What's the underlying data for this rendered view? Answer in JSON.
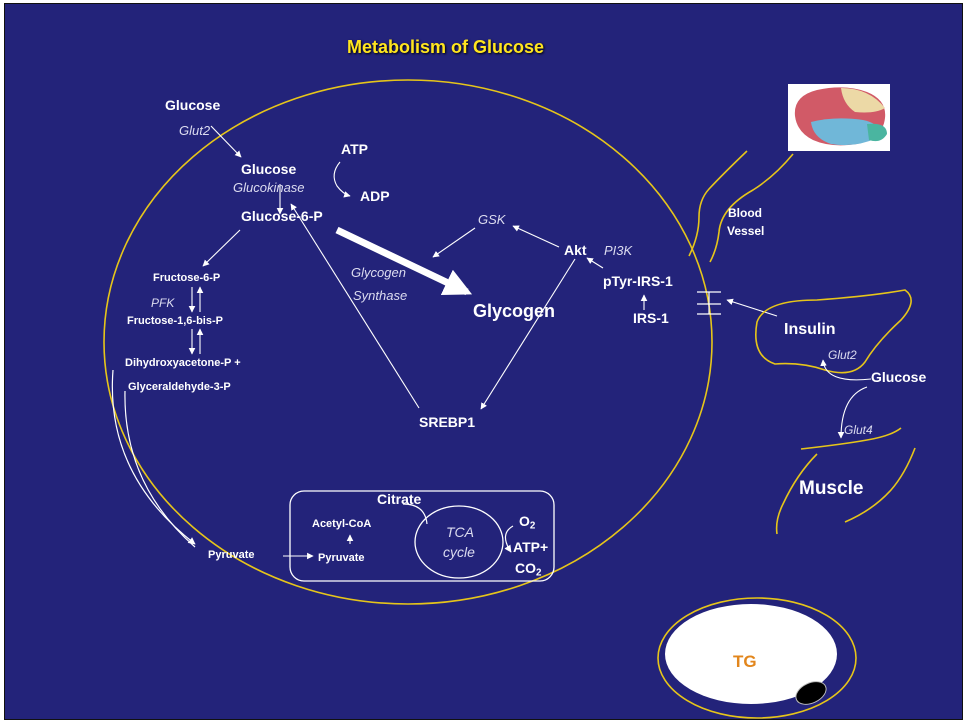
{
  "title": "Metabolism of Glucose",
  "labels": {
    "glucose_top": "Glucose",
    "glut2_top": "Glut2",
    "glucose_inner": "Glucose",
    "atp_top": "ATP",
    "glucokinase": "Glucokinase",
    "adp": "ADP",
    "g6p": "Glucose-6-P",
    "gsk": "GSK",
    "akt": "Akt",
    "pi3k": "PI3K",
    "glycogen_synthase_1": "Glycogen",
    "glycogen_synthase_2": "Synthase",
    "glycogen": "Glycogen",
    "ptyr_irs1": "pTyr-IRS-1",
    "irs1": "IRS-1",
    "f6p": "Fructose-6-P",
    "pfk": "PFK",
    "f16bp": "Fructose-1,6-bis-P",
    "dhap": "Dihydroxyacetone-P +",
    "g3p": "Glyceraldehyde-3-P",
    "srebp1": "SREBP1",
    "citrate": "Citrate",
    "acetyl_coa": "Acetyl-CoA",
    "tca_1": "TCA",
    "tca_2": "cycle",
    "o2": "O",
    "o2_sub": "2",
    "atp_plus": "ATP+",
    "co2": "CO",
    "co2_sub": "2",
    "pyruvate_outer": "Pyruvate",
    "pyruvate_inner": "Pyruvate",
    "blood": "Blood",
    "vessel": "Vessel",
    "insulin": "Insulin",
    "glut2_pancreas": "Glut2",
    "glucose_pancreas": "Glucose",
    "glut4": "Glut4",
    "muscle": "Muscle",
    "tg": "TG"
  },
  "colors": {
    "background": "#23237a",
    "membrane": "#e6c51a",
    "arrow": "#ffffff",
    "title": "#ffe51f",
    "tg": "#e2861c"
  },
  "icons": {
    "brain": "brain-image"
  }
}
